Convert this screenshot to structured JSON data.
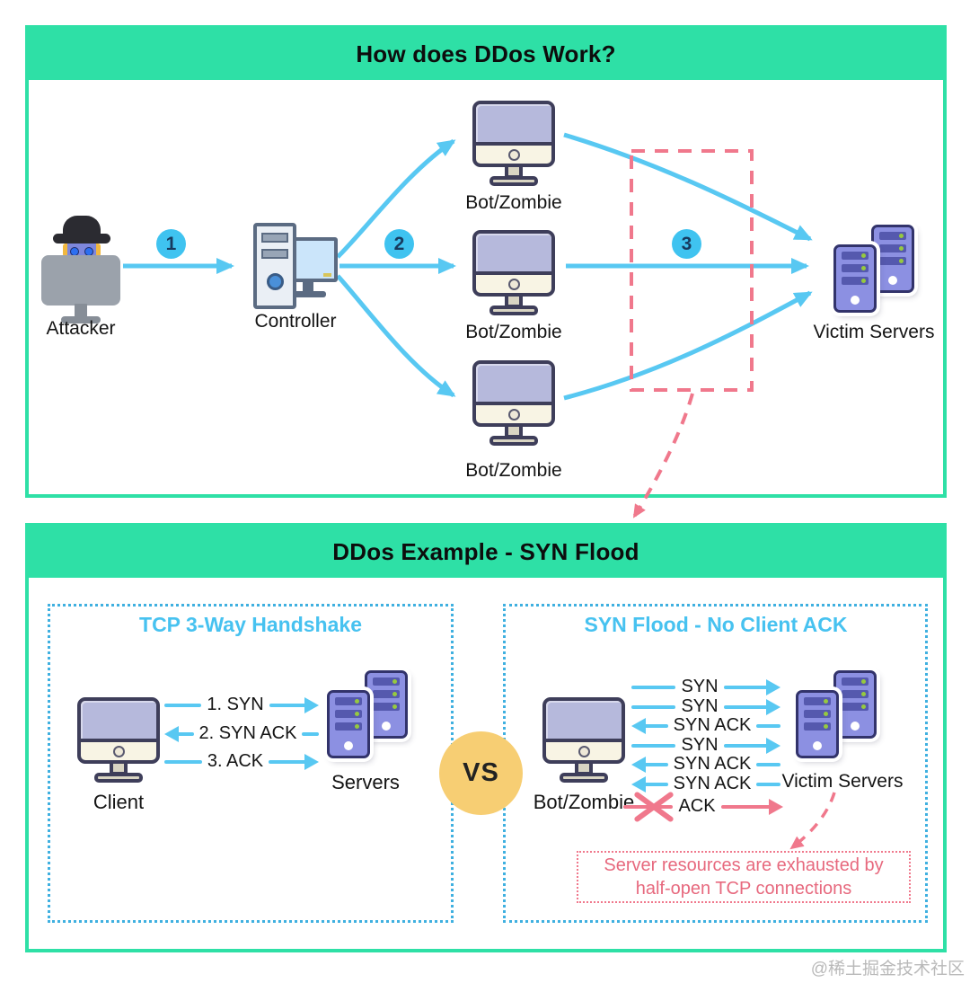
{
  "colors": {
    "header_green": "#2ee0a6",
    "arrow_blue": "#58c8f2",
    "badge_blue": "#3fc3f0",
    "box_title_blue": "#47c2f0",
    "dotted_border_blue": "#3fb0e0",
    "alert_red": "#f0788c",
    "vs_yellow": "#f7ce73",
    "server_purple": "#8c90e2",
    "imac_screen_lavender": "#b6b9dc"
  },
  "panel1": {
    "title": "How does DDos Work?",
    "attacker_label": "Attacker",
    "controller_label": "Controller",
    "step_badges": [
      "1",
      "2",
      "3"
    ],
    "bot_labels": [
      "Bot/Zombie",
      "Bot/Zombie",
      "Bot/Zombie"
    ],
    "victim_label": "Victim Servers"
  },
  "panel2": {
    "title": "DDos Example - SYN Flood",
    "vs_label": "VS",
    "handshake": {
      "title": "TCP 3-Way Handshake",
      "client_label": "Client",
      "server_label": "Servers",
      "messages": [
        {
          "label": "1. SYN",
          "direction": "right"
        },
        {
          "label": "2. SYN ACK",
          "direction": "left"
        },
        {
          "label": "3. ACK",
          "direction": "right"
        }
      ]
    },
    "synflood": {
      "title": "SYN Flood - No Client ACK",
      "client_label": "Bot/Zombie",
      "server_label": "Victim Servers",
      "messages": [
        {
          "label": "SYN",
          "direction": "right"
        },
        {
          "label": "SYN",
          "direction": "right"
        },
        {
          "label": "SYN ACK",
          "direction": "left"
        },
        {
          "label": "SYN",
          "direction": "right"
        },
        {
          "label": "SYN ACK",
          "direction": "left"
        },
        {
          "label": "SYN ACK",
          "direction": "left"
        },
        {
          "label": "ACK",
          "direction": "right",
          "blocked": true
        }
      ],
      "note": "Server resources are exhausted by half-open TCP connections"
    }
  },
  "watermark": "@稀土掘金技术社区"
}
